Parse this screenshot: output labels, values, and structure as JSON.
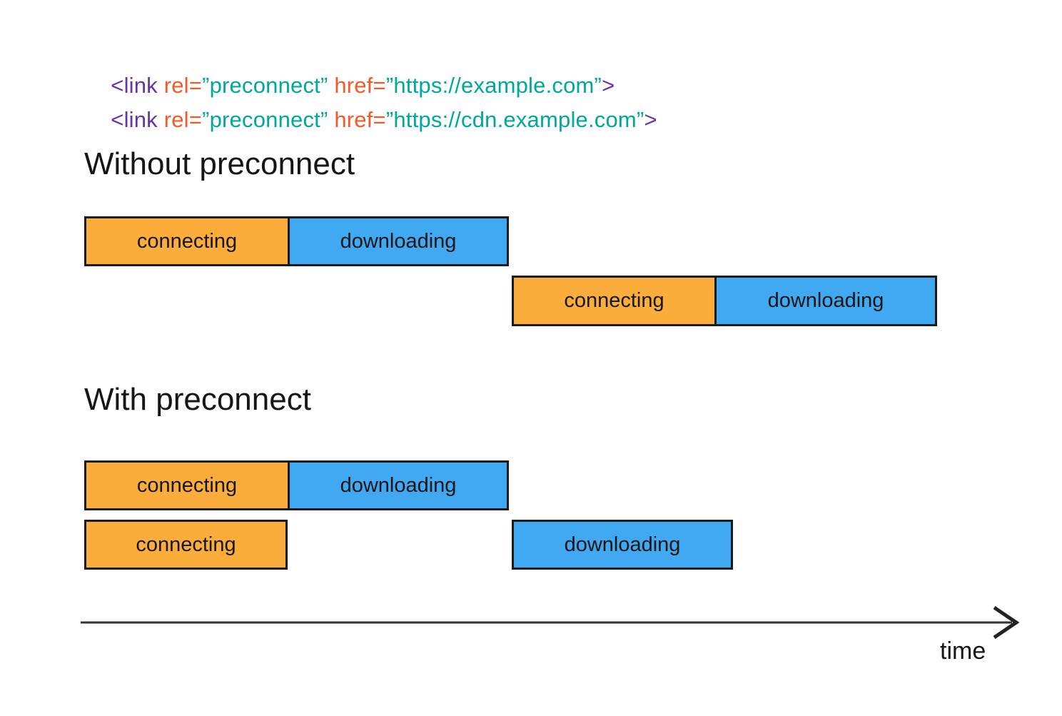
{
  "colors": {
    "code_purple": "#6633AA",
    "code_orange": "#F15B2B",
    "code_teal": "#00A79D",
    "bar_orange": "#FAAD3B",
    "bar_blue": "#41A8F2",
    "bar_border": "#1A1A1A",
    "text_black": "#161616",
    "axis_gray": "#333333"
  },
  "code": {
    "line1": {
      "tag_open": "<link ",
      "attr_rel": "rel=",
      "rel_value": "”preconnect” ",
      "attr_href": "href=",
      "href_value": "”https://example.com”",
      "tag_close": ">"
    },
    "line2": {
      "tag_open": "<link ",
      "attr_rel": "rel=",
      "rel_value": "”preconnect” ",
      "attr_href": "href=",
      "href_value": "”https://cdn.example.com”",
      "tag_close": ">"
    }
  },
  "sections": {
    "without": {
      "title": "Without preconnect",
      "row1": {
        "connecting": "connecting",
        "downloading": "downloading"
      },
      "row2": {
        "connecting": "connecting",
        "downloading": "downloading"
      }
    },
    "with": {
      "title": "With preconnect",
      "row1": {
        "connecting": "connecting",
        "downloading": "downloading"
      },
      "row2": {
        "connecting": "connecting",
        "downloading": "downloading"
      }
    }
  },
  "axis": {
    "label": "time"
  }
}
